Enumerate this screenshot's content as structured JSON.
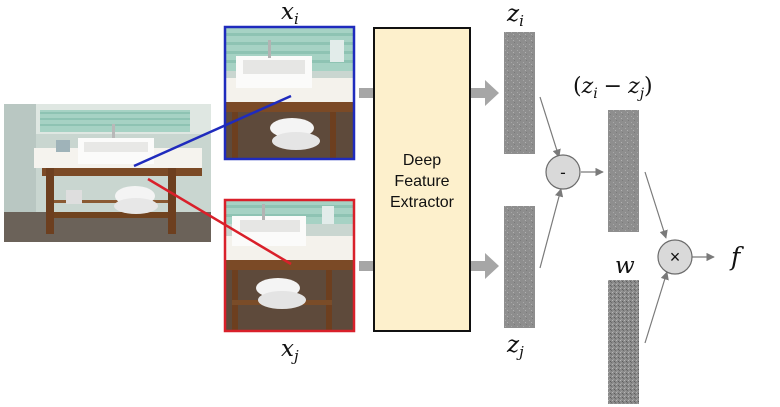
{
  "labels": {
    "xi_main": "x",
    "xi_sub": "i",
    "xj_main": "x",
    "xj_sub": "j",
    "zi_main": "z",
    "zi_sub": "i",
    "zj_main": "z",
    "zj_sub": "j",
    "diff_open": "(",
    "diff_z1": "z",
    "diff_sub1": "i",
    "diff_minus": "−",
    "diff_z2": "z",
    "diff_sub2": "j",
    "diff_close": ")",
    "w": "w",
    "f": "f"
  },
  "extractor": {
    "line1": "Deep",
    "line2": "Feature",
    "line3": "Extractor"
  },
  "operators": {
    "subtract": "-",
    "multiply": "×"
  },
  "colors": {
    "crop_i": "#1f2bbd",
    "crop_j": "#d9202a",
    "extractor_fill": "#fdf0cc",
    "arrow_gray": "#a6a6a6",
    "feature_gray": "#8c8c8c",
    "operator_fill": "#d9d9d9"
  }
}
